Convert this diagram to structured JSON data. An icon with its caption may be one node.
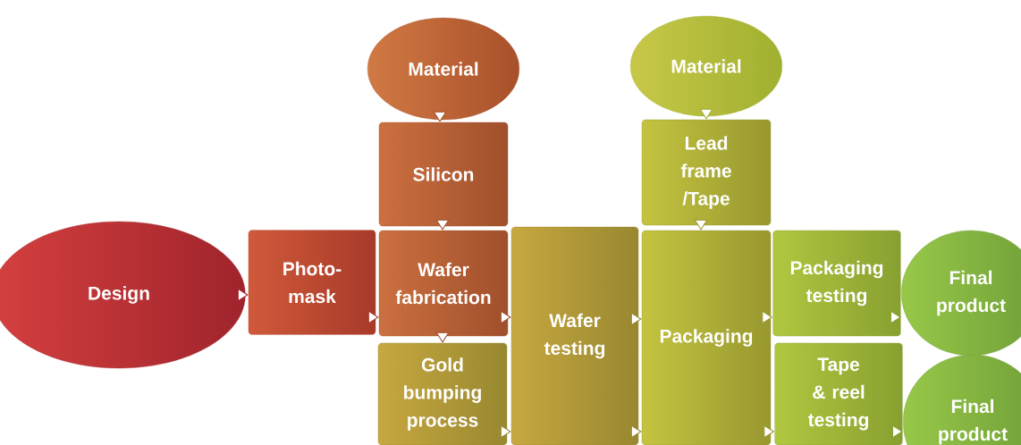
{
  "diagram": {
    "nodes": [
      {
        "text": [
          "Design"
        ]
      },
      {
        "text": [
          "Material"
        ]
      },
      {
        "text": [
          "Material"
        ]
      },
      {
        "text": [
          "Silicon"
        ]
      },
      {
        "text": [
          "Lead frame /Tape"
        ]
      },
      {
        "text": [
          "Photo-mask"
        ]
      },
      {
        "text": [
          "Wafer fabrication"
        ]
      },
      {
        "text": [
          "Gold bumping process"
        ]
      },
      {
        "text": [
          "Wafer testing"
        ]
      },
      {
        "text": [
          "Packaging"
        ]
      },
      {
        "text": [
          "Packaging testing"
        ]
      },
      {
        "text": [
          "Tape & reel testing"
        ]
      },
      {
        "text": [
          "Final product"
        ]
      },
      {
        "text": [
          "Final product"
        ]
      }
    ],
    "edges": [
      {
        "from": 0,
        "to": 5,
        "arrow": "to"
      },
      {
        "from": 1,
        "to": 3,
        "arrow": "to"
      },
      {
        "from": 3,
        "to": 6,
        "arrow": "to"
      },
      {
        "from": 5,
        "to": 6,
        "arrow": "to"
      },
      {
        "from": 6,
        "to": 7,
        "arrow": "to"
      },
      {
        "from": 6,
        "to": 8,
        "arrow": "to"
      },
      {
        "from": 7,
        "to": 8,
        "arrow": "to"
      },
      {
        "from": 8,
        "to": 9,
        "arrow": "to"
      },
      {
        "from": 8,
        "to": 9,
        "arrow": "to"
      },
      {
        "from": 2,
        "to": 4,
        "arrow": "to"
      },
      {
        "from": 4,
        "to": 9,
        "arrow": "to"
      },
      {
        "from": 9,
        "to": 10,
        "arrow": "to"
      },
      {
        "from": 9,
        "to": 11,
        "arrow": "to"
      },
      {
        "from": 10,
        "to": 12,
        "arrow": "to"
      },
      {
        "from": 11,
        "to": 13,
        "arrow": "to"
      }
    ]
  }
}
